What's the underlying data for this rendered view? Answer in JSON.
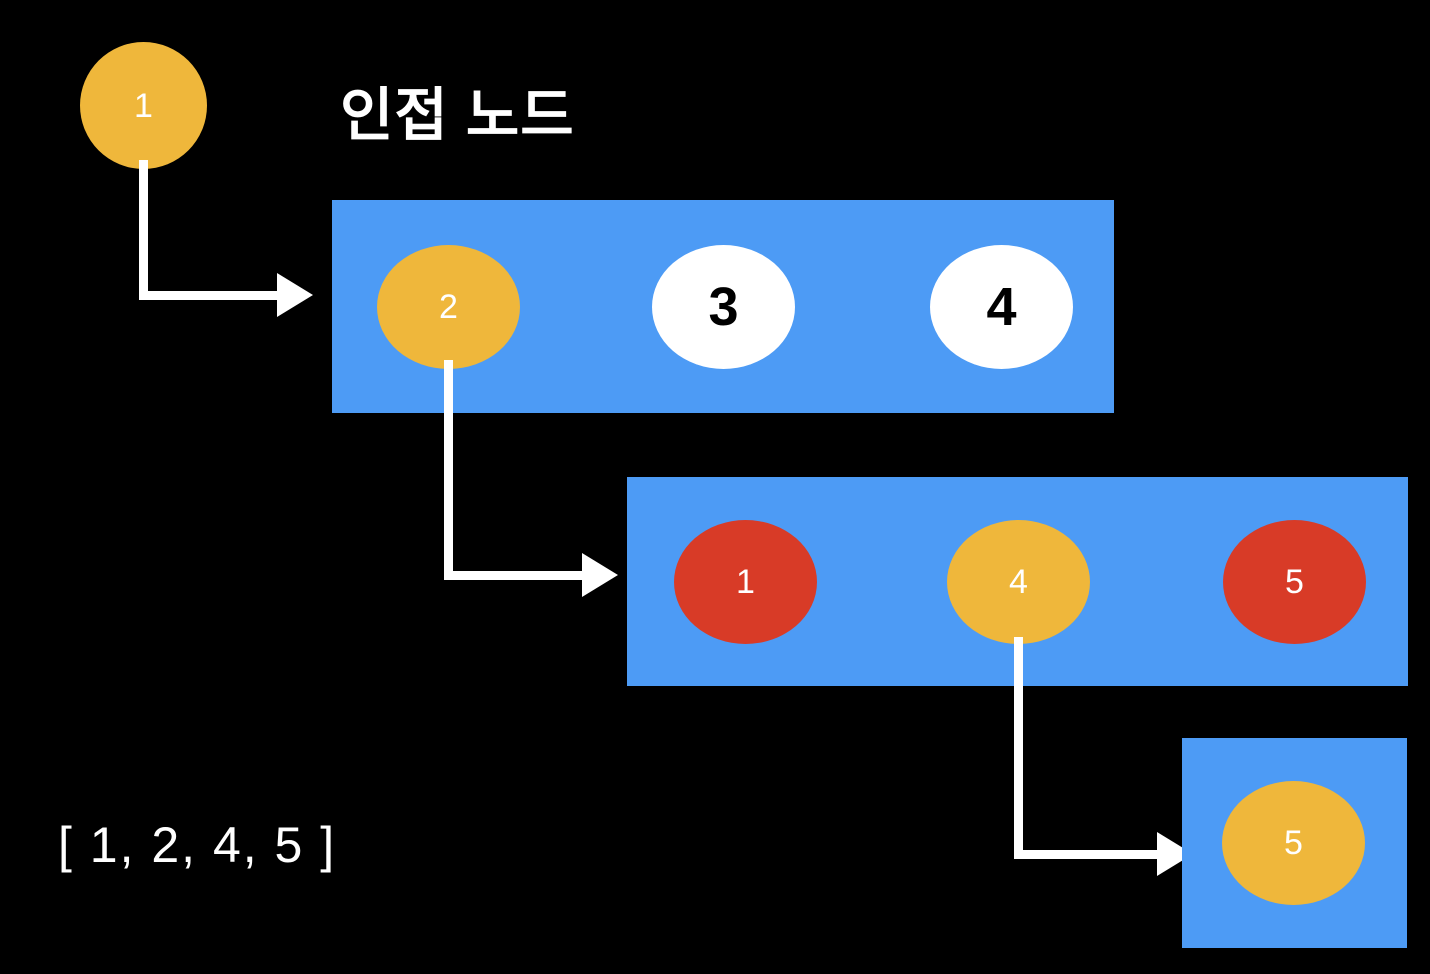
{
  "diagram": {
    "title": "인접 노드",
    "background_color": "#000000",
    "colors": {
      "box_blue": "#4D9BF5",
      "node_yellow": "#EFB73B",
      "node_red": "#D83B27",
      "node_white": "#FFFFFF",
      "arrow_white": "#FFFFFF",
      "text_white": "#FFFFFF",
      "text_black": "#000000"
    },
    "start_node": {
      "label": "1",
      "color": "#EFB73B"
    },
    "rows": [
      {
        "name": "adjacency-row-1",
        "nodes": [
          {
            "label": "2",
            "color": "#EFB73B",
            "style": "yellow"
          },
          {
            "label": "3",
            "color": "#FFFFFF",
            "style": "white"
          },
          {
            "label": "4",
            "color": "#FFFFFF",
            "style": "white"
          }
        ]
      },
      {
        "name": "adjacency-row-2",
        "nodes": [
          {
            "label": "1",
            "color": "#D83B27",
            "style": "red"
          },
          {
            "label": "4",
            "color": "#EFB73B",
            "style": "yellow"
          },
          {
            "label": "5",
            "color": "#D83B27",
            "style": "red"
          }
        ]
      },
      {
        "name": "adjacency-row-3",
        "nodes": [
          {
            "label": "5",
            "color": "#EFB73B",
            "style": "yellow"
          }
        ]
      }
    ],
    "arrows": [
      {
        "name": "arrow-start-to-row1",
        "from": "1",
        "to": "adjacency-row-1"
      },
      {
        "name": "arrow-row1-node2-to-row2",
        "from": "2",
        "to": "adjacency-row-2"
      },
      {
        "name": "arrow-row2-node4-to-row3",
        "from": "4",
        "to": "adjacency-row-3"
      }
    ],
    "result_list": "[ 1, 2, 4, 5 ]"
  }
}
